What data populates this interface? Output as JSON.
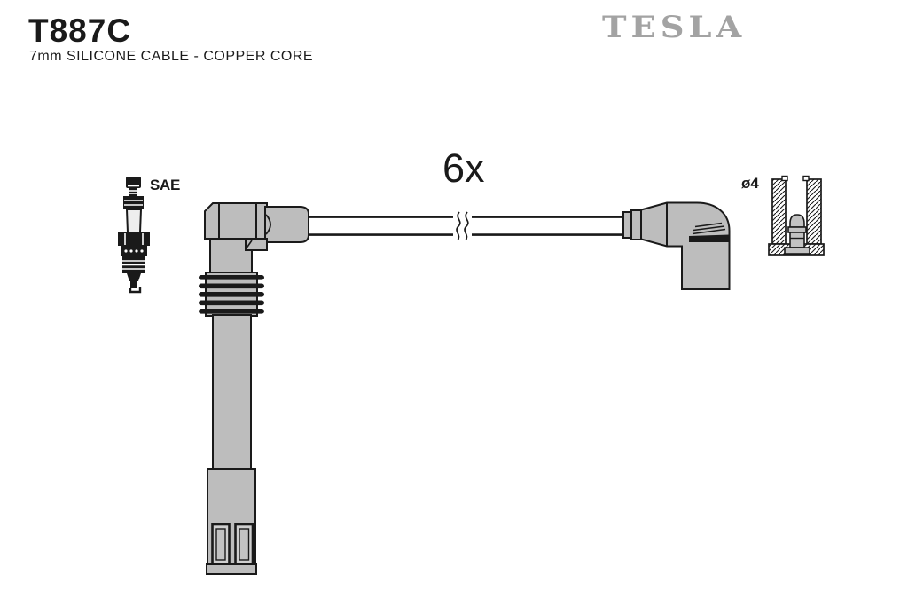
{
  "colors": {
    "background": "#ffffff",
    "outline": "#1a1a1a",
    "fill_gray": "#bdbdbd",
    "fill_light": "#cfcfcf",
    "brand_gray": "#a3a3a3"
  },
  "header": {
    "part_number": "T887C",
    "description": "7mm SILICONE CABLE - COPPER CORE",
    "brand": "TESLA"
  },
  "diagram": {
    "quantity_label": "6x",
    "plug_standard_label": "SAE",
    "terminal_diameter_label": "ø4"
  }
}
